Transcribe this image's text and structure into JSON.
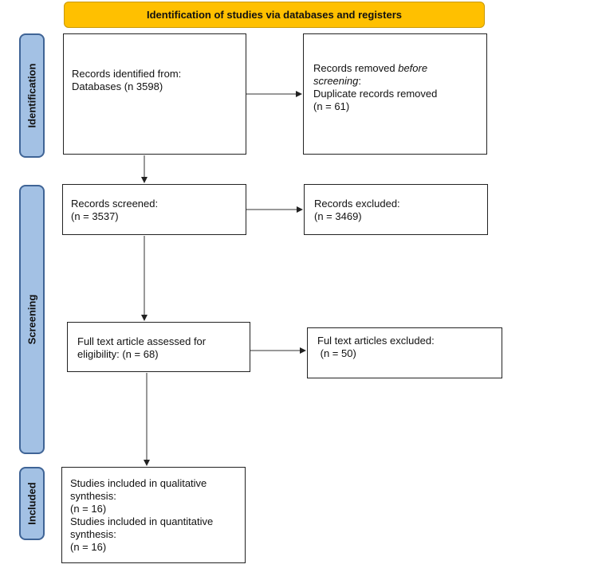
{
  "banner": {
    "title": "Identification of studies via databases and registers"
  },
  "stages": {
    "identification": "Identification",
    "screening": "Screening",
    "included": "Included"
  },
  "boxes": {
    "records_identified": {
      "line1": "Records identified from:",
      "line2": "Databases (n 3598)"
    },
    "records_removed": {
      "line1_a": "Records removed ",
      "line1_b": "before",
      "line2_a": "screening",
      "line2_b": ":",
      "line3": "Duplicate records removed",
      "line4": "(n = 61)"
    },
    "records_screened": {
      "line1": "Records screened:",
      "line2": "(n = 3537)"
    },
    "records_excluded": {
      "line1": "Records excluded:",
      "line2": "(n = 3469)"
    },
    "full_text_assessed": {
      "line1": "Full text article assessed for",
      "line2": "eligibility: (n = 68)"
    },
    "full_text_excluded": {
      "line1": "Ful text articles excluded:",
      "line2": " (n = 50)"
    },
    "studies_included": {
      "line1": "Studies included in qualitative",
      "line2": "synthesis:",
      "line3": "(n = 16)",
      "line4": "Studies included in quantitative",
      "line5": "synthesis:",
      "line6": "(n = 16)"
    }
  },
  "colors": {
    "banner": "#ffc000",
    "stage_fill": "#a3c1e4",
    "stage_border": "#3f6496",
    "line": "#333333"
  }
}
